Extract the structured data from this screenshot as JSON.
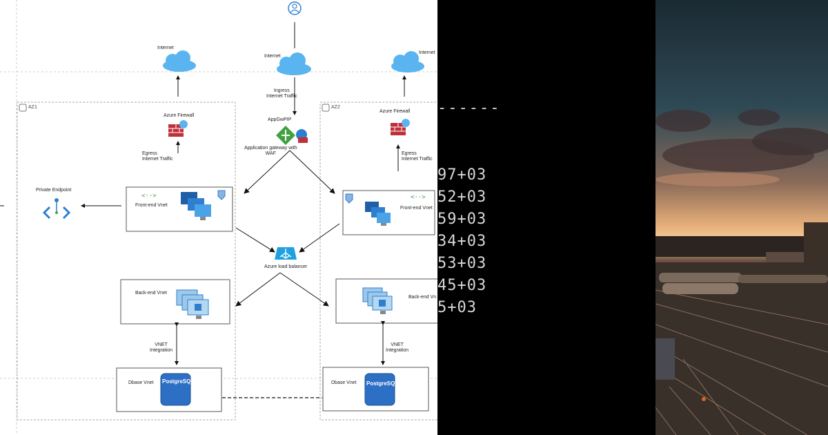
{
  "diagram": {
    "internet_labels": [
      "Internet",
      "Internet",
      "Internet"
    ],
    "ingress_label": "Ingress\nInternet Traffic",
    "appgw_pip_label": "AppGwPIP",
    "appgw_label": "Application gateway with\nWAF",
    "az1_label": "AZ1",
    "az2_label": "AZ2",
    "firewall_labels": [
      "Azure Firewall",
      "Azure Firewall"
    ],
    "egress_labels": [
      "Egress\nInternet Traffic",
      "Egress\nInternet Traffic"
    ],
    "private_endpoint_label": "Private Endpoint",
    "frontend_vnet_labels": [
      "Front-end Vnet",
      "Front-end Vnet"
    ],
    "load_balancer_label": "Azure load balancer",
    "backend_vnet_labels": [
      "Back-end Vnet",
      "Back-end Vn"
    ],
    "vnet_integration_labels": [
      "VNET\nIntegration",
      "VNET\nIntegration"
    ],
    "dbase_vnet_labels": [
      "Dbase Vnet",
      "Dbase Vnet"
    ],
    "postgres_labels": [
      "PostgreSQL",
      "PostgreSQL"
    ],
    "colors": {
      "cloud": "#5ab4f0",
      "firewall": "#c0303a",
      "appgw": "#3fa13f",
      "vm": "#2f7fd0",
      "lb": "#1fa0e0",
      "postgres": "#2d6fc4",
      "border": "#555555"
    },
    "icons": [
      "user-icon",
      "cloud-icon",
      "firewall-icon",
      "app-gateway-icon",
      "waf-icon",
      "private-endpoint-icon",
      "vnet-icon",
      "vm-icon",
      "shield-icon",
      "load-balancer-icon",
      "postgresql-icon"
    ]
  },
  "terminal": {
    "dashes": "------",
    "lines": [
      "97+03",
      "52+03",
      "59+03",
      "34+03",
      "53+03",
      "45+03",
      "5+03"
    ]
  }
}
